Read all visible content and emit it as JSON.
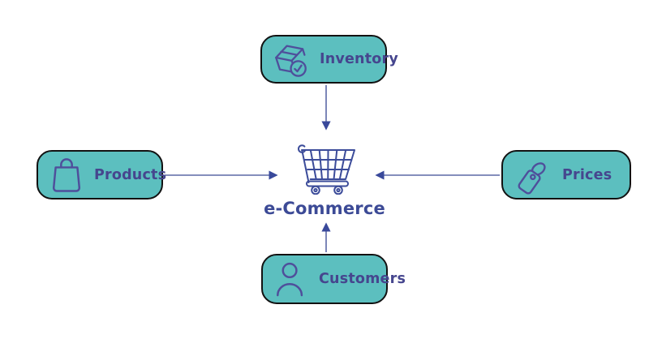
{
  "diagram": {
    "center": {
      "label": "e-Commerce",
      "icon": "shopping-cart-icon"
    },
    "nodes": [
      {
        "id": "inventory",
        "label": "Inventory",
        "icon": "package-check-icon",
        "position": "top"
      },
      {
        "id": "products",
        "label": "Products",
        "icon": "shopping-bag-icon",
        "position": "left"
      },
      {
        "id": "prices",
        "label": "Prices",
        "icon": "price-tag-icon",
        "position": "right"
      },
      {
        "id": "customers",
        "label": "Customers",
        "icon": "person-icon",
        "position": "bottom"
      }
    ],
    "edges": [
      {
        "from": "Inventory",
        "to": "e-Commerce",
        "direction": "down"
      },
      {
        "from": "Products",
        "to": "e-Commerce",
        "direction": "right"
      },
      {
        "from": "Prices",
        "to": "e-Commerce",
        "direction": "left"
      },
      {
        "from": "Customers",
        "to": "e-Commerce",
        "direction": "up"
      }
    ],
    "colors": {
      "background": "#ffffff",
      "node_fill": "#5cbfbf",
      "node_border": "#121212",
      "node_label": "#46468e",
      "center_label": "#3c4a96",
      "icon_stroke": "#4f4f9b",
      "cart_stroke": "#3c4c9a",
      "arrow": "#5b68a6"
    }
  }
}
